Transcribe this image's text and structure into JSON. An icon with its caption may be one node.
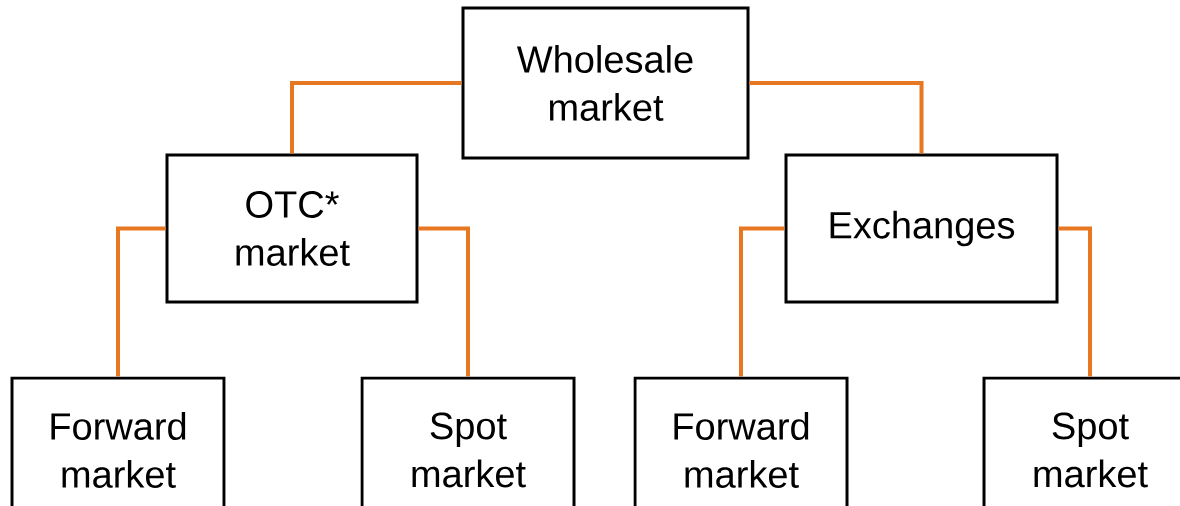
{
  "diagram": {
    "nodes": [
      {
        "text": [
          "Wholesale market"
        ]
      },
      {
        "text": [
          "OTC* market"
        ]
      },
      {
        "text": [
          "Exchanges"
        ]
      },
      {
        "text": [
          "Forward market"
        ]
      },
      {
        "text": [
          "Spot market"
        ]
      },
      {
        "text": [
          "Forward market"
        ]
      },
      {
        "text": [
          "Spot market"
        ]
      }
    ],
    "edges": [
      {
        "from": 0,
        "to": 1,
        "arrow": "none"
      },
      {
        "from": 0,
        "to": 2,
        "arrow": "none"
      },
      {
        "from": 1,
        "to": 3,
        "arrow": "none"
      },
      {
        "from": 1,
        "to": 4,
        "arrow": "none"
      },
      {
        "from": 2,
        "to": 5,
        "arrow": "none"
      },
      {
        "from": 2,
        "to": 6,
        "arrow": "none"
      }
    ]
  }
}
